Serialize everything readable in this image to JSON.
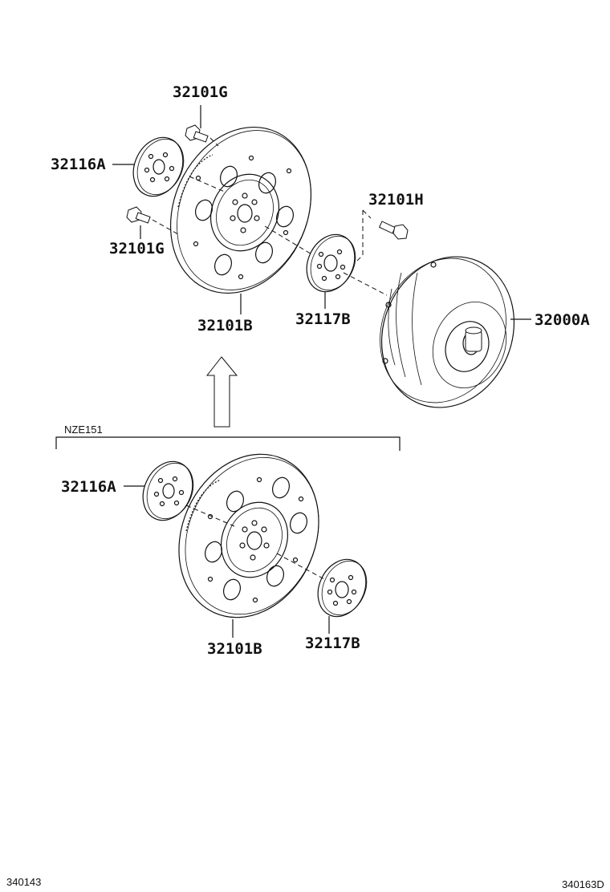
{
  "labels": {
    "upper_bolt_top": "32101G",
    "upper_plate_left": "32116A",
    "upper_bolt_bottom": "32101G",
    "upper_bolt_right": "32101H",
    "upper_flywheel": "32101B",
    "upper_plate_right": "32117B",
    "torque_converter": "32000A",
    "lower_plate_left": "32116A",
    "lower_flywheel": "32101B",
    "lower_plate_right": "32117B"
  },
  "group_label": "NZE151",
  "codes": {
    "left": "340143",
    "right": "340163D"
  }
}
